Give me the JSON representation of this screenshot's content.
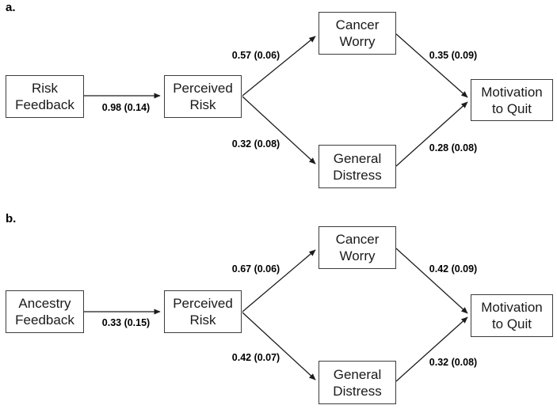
{
  "figure": {
    "background_color": "#ffffff",
    "box_border_color": "#3c3c3c",
    "arrow_color": "#1c1c1c",
    "text_color": "#000000",
    "panels": [
      {
        "label": "a.",
        "nodes": {
          "exposure": "Risk\nFeedback",
          "perceived_risk": "Perceived\nRisk",
          "cancer_worry": "Cancer\nWorry",
          "general_distress": "General\nDistress",
          "motivation": "Motivation\nto Quit"
        },
        "coefficients": {
          "exposure_to_perceived_risk": "0.98 (0.14)",
          "perceived_risk_to_cancer_worry": "0.57 (0.06)",
          "perceived_risk_to_general_distress": "0.32 (0.08)",
          "cancer_worry_to_motivation": "0.35 (0.09)",
          "general_distress_to_motivation": "0.28 (0.08)"
        }
      },
      {
        "label": "b.",
        "nodes": {
          "exposure": "Ancestry\nFeedback",
          "perceived_risk": "Perceived\nRisk",
          "cancer_worry": "Cancer\nWorry",
          "general_distress": "General\nDistress",
          "motivation": "Motivation\nto Quit"
        },
        "coefficients": {
          "exposure_to_perceived_risk": "0.33 (0.15)",
          "perceived_risk_to_cancer_worry": "0.67 (0.06)",
          "perceived_risk_to_general_distress": "0.42 (0.07)",
          "cancer_worry_to_motivation": "0.42 (0.09)",
          "general_distress_to_motivation": "0.32 (0.08)"
        }
      }
    ]
  }
}
